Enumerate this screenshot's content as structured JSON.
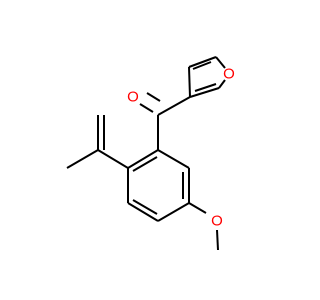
{
  "molecule": {
    "atoms": {
      "carbonyl_oxygen": {
        "symbol": "O",
        "color": "#ff0000"
      },
      "furan_oxygen": {
        "symbol": "O",
        "color": "#ff0000"
      },
      "methoxy_oxygen": {
        "symbol": "O",
        "color": "#ff0000"
      }
    },
    "bond_color": "#000000",
    "background": "#ffffff"
  }
}
